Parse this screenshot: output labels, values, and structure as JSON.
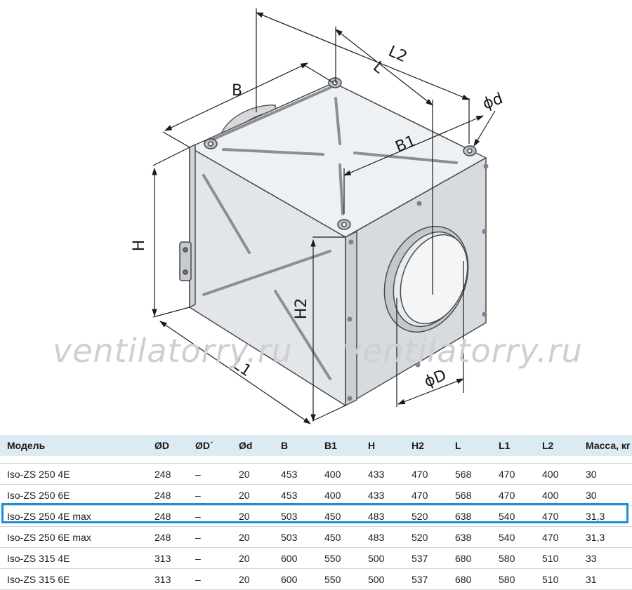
{
  "drawing": {
    "dim_labels": {
      "B": "B",
      "L": "L",
      "L2": "L2",
      "d": "ϕd",
      "B1": "B1",
      "H": "H",
      "H2": "H2",
      "L1": "L1",
      "D": "ϕD"
    },
    "watermark": "ventilatorry.ru"
  },
  "table": {
    "headers": [
      "Модель",
      "ØD",
      "ØD´",
      "Ød",
      "B",
      "B1",
      "H",
      "H2",
      "L",
      "L1",
      "L2",
      "Масса, кг"
    ],
    "rows": [
      [
        "Iso-ZS 250 4E",
        "248",
        "–",
        "20",
        "453",
        "400",
        "433",
        "470",
        "568",
        "470",
        "400",
        "30"
      ],
      [
        "Iso-ZS 250 6E",
        "248",
        "–",
        "20",
        "453",
        "400",
        "433",
        "470",
        "568",
        "470",
        "400",
        "30"
      ],
      [
        "Iso-ZS 250 4E max",
        "248",
        "–",
        "20",
        "503",
        "450",
        "483",
        "520",
        "638",
        "540",
        "470",
        "31,3"
      ],
      [
        "Iso-ZS 250 6E max",
        "248",
        "–",
        "20",
        "503",
        "450",
        "483",
        "520",
        "638",
        "540",
        "470",
        "31,3"
      ],
      [
        "Iso-ZS 315 4E",
        "313",
        "–",
        "20",
        "600",
        "550",
        "500",
        "537",
        "680",
        "580",
        "510",
        "33"
      ],
      [
        "Iso-ZS 315 6E",
        "313",
        "–",
        "20",
        "600",
        "550",
        "500",
        "537",
        "680",
        "580",
        "510",
        "31"
      ]
    ],
    "highlight_color": "#1a8ed6",
    "header_bg": "#dceaf4"
  }
}
